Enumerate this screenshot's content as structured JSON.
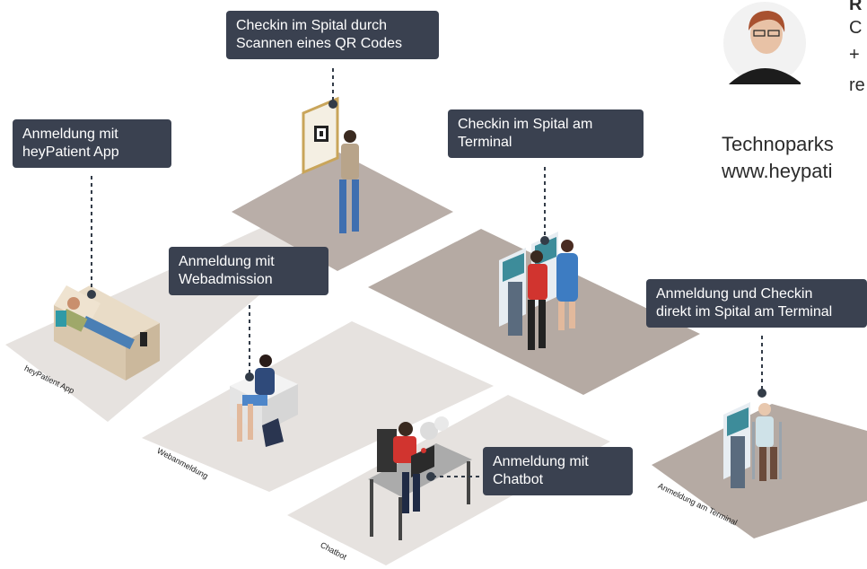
{
  "callouts": {
    "qr": [
      "Checkin im Spital durch",
      "Scannen eines QR Codes"
    ],
    "app": [
      "Anmeldung mit",
      "heyPatient App"
    ],
    "terminal": [
      "Checkin im Spital am",
      "Terminal"
    ],
    "web": [
      "Anmeldung mit",
      "Webadmission"
    ],
    "direct": [
      "Anmeldung und Checkin",
      "direkt im Spital am Terminal"
    ],
    "chatbot": [
      "Anmeldung mit",
      "Chatbot"
    ]
  },
  "ground_labels": {
    "app": "heyPatient App",
    "web": "Webanmeldung",
    "chatbot": "Chatbot",
    "terminal": "Anmeldung am Terminal"
  },
  "contact": {
    "name_initial": "R",
    "line1": "C",
    "line2": "+",
    "line3": "re",
    "line4": "Technoparks",
    "line5": "www.heypati"
  },
  "colors": {
    "callout_bg": "#3a4150",
    "floor_light": "#e8e4e1",
    "floor_dark": "#b5aaa3"
  }
}
